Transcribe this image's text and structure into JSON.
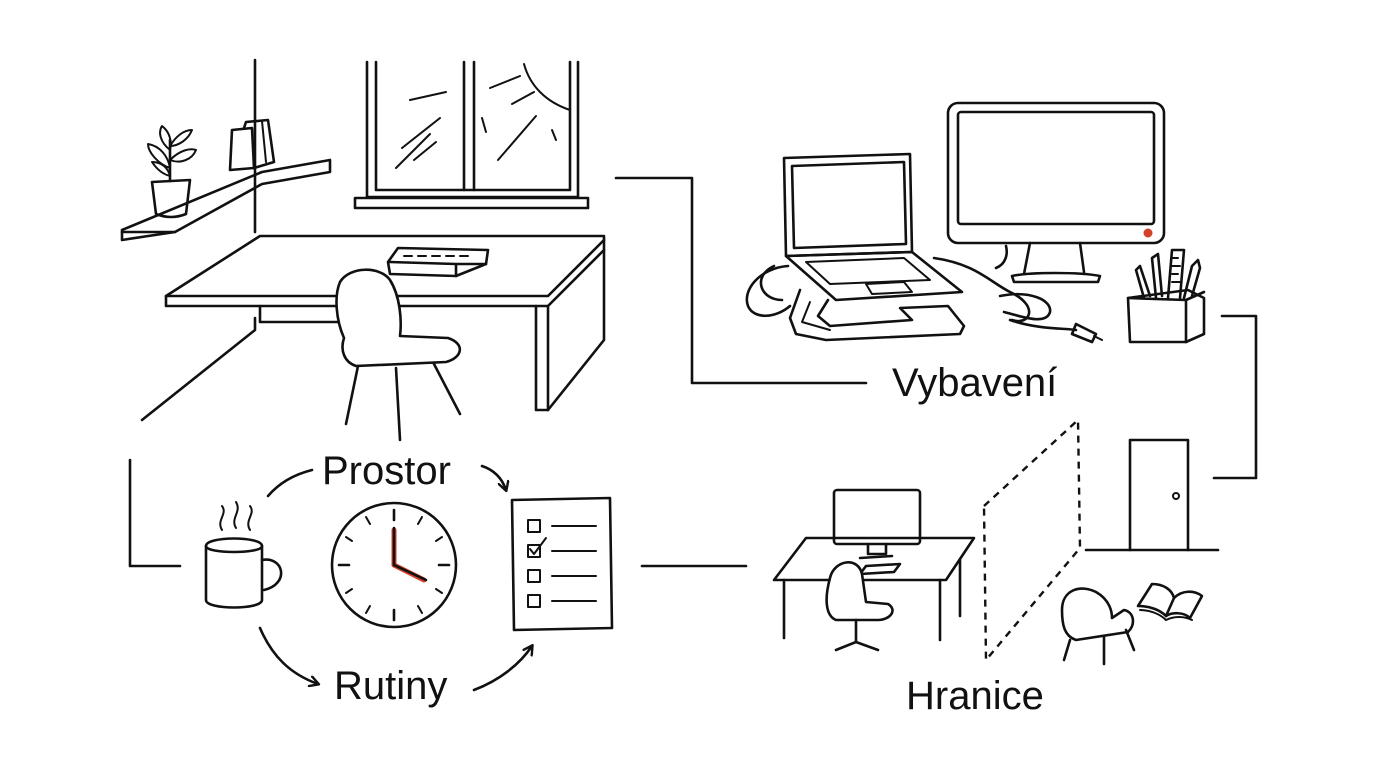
{
  "labels": {
    "space": "Prostor",
    "equipment": "Vybavení",
    "routines": "Rutiny",
    "boundaries": "Hranice"
  },
  "colors": {
    "ink": "#111111",
    "accent": "#d2412a",
    "background": "#ffffff"
  }
}
